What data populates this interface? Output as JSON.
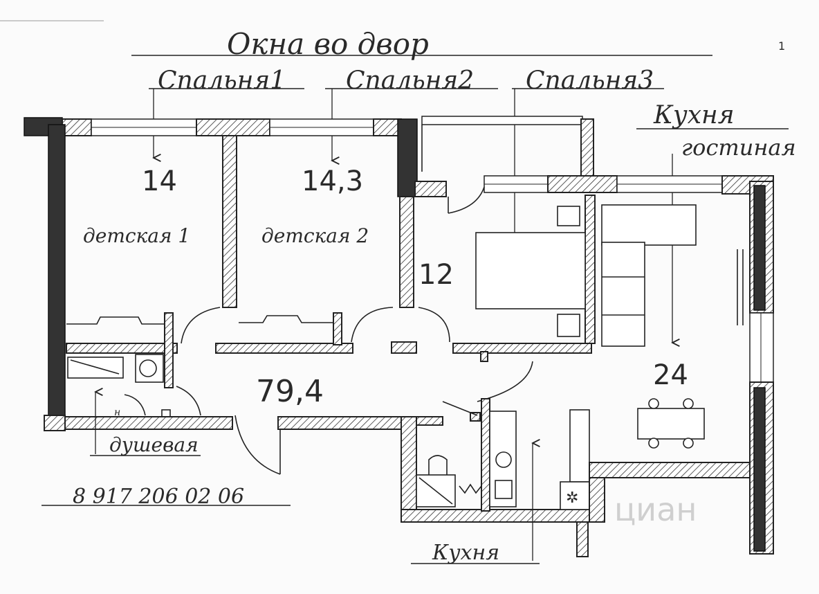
{
  "header": {
    "windows_label": "Окна во двор",
    "page_mark": "1"
  },
  "rooms": {
    "bedroom1": {
      "title": "Спальня1",
      "area": "14",
      "subtitle": "детская 1"
    },
    "bedroom2": {
      "title": "Спальня2",
      "area": "14,3",
      "subtitle": "детская 2"
    },
    "bedroom3": {
      "title": "Спальня3",
      "area": "12"
    },
    "kitchen_living": {
      "title": "Кухня",
      "subtitle": "гостиная",
      "area": "24"
    },
    "shower": {
      "title": "душевая",
      "fixture_label": "н"
    },
    "kitchen_small": {
      "title": "Кухня"
    }
  },
  "total_area": "79,4",
  "phone": "8 917 206 02 06",
  "watermark": "циан"
}
